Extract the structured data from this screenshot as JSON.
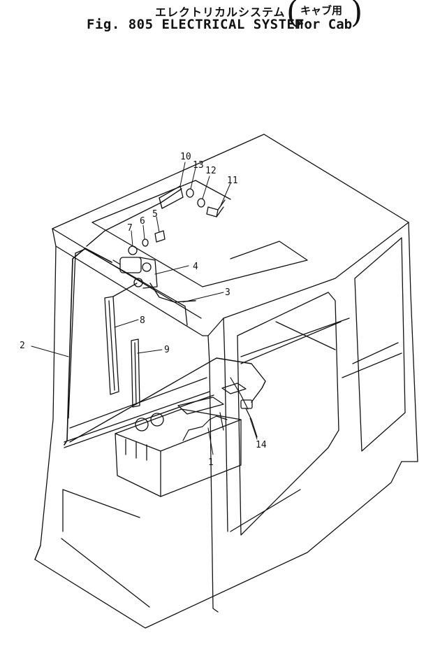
{
  "title": {
    "jp_main": "エレクトリカルシステム",
    "jp_sub": "キャブ用",
    "en_main": "Fig. 805 ELECTRICAL SYSTEM",
    "en_sub": "For Cab"
  },
  "callouts": [
    {
      "id": "c1",
      "label": "1"
    },
    {
      "id": "c2",
      "label": "2"
    },
    {
      "id": "c3",
      "label": "3"
    },
    {
      "id": "c4",
      "label": "4"
    },
    {
      "id": "c5",
      "label": "5"
    },
    {
      "id": "c6",
      "label": "6"
    },
    {
      "id": "c7",
      "label": "7"
    },
    {
      "id": "c8",
      "label": "8"
    },
    {
      "id": "c9",
      "label": "9"
    },
    {
      "id": "c10",
      "label": "10"
    },
    {
      "id": "c11",
      "label": "11"
    },
    {
      "id": "c12",
      "label": "12"
    },
    {
      "id": "c13",
      "label": "13"
    },
    {
      "id": "c14",
      "label": "14"
    }
  ],
  "colors": {
    "line": "#111111",
    "background": "#ffffff"
  }
}
